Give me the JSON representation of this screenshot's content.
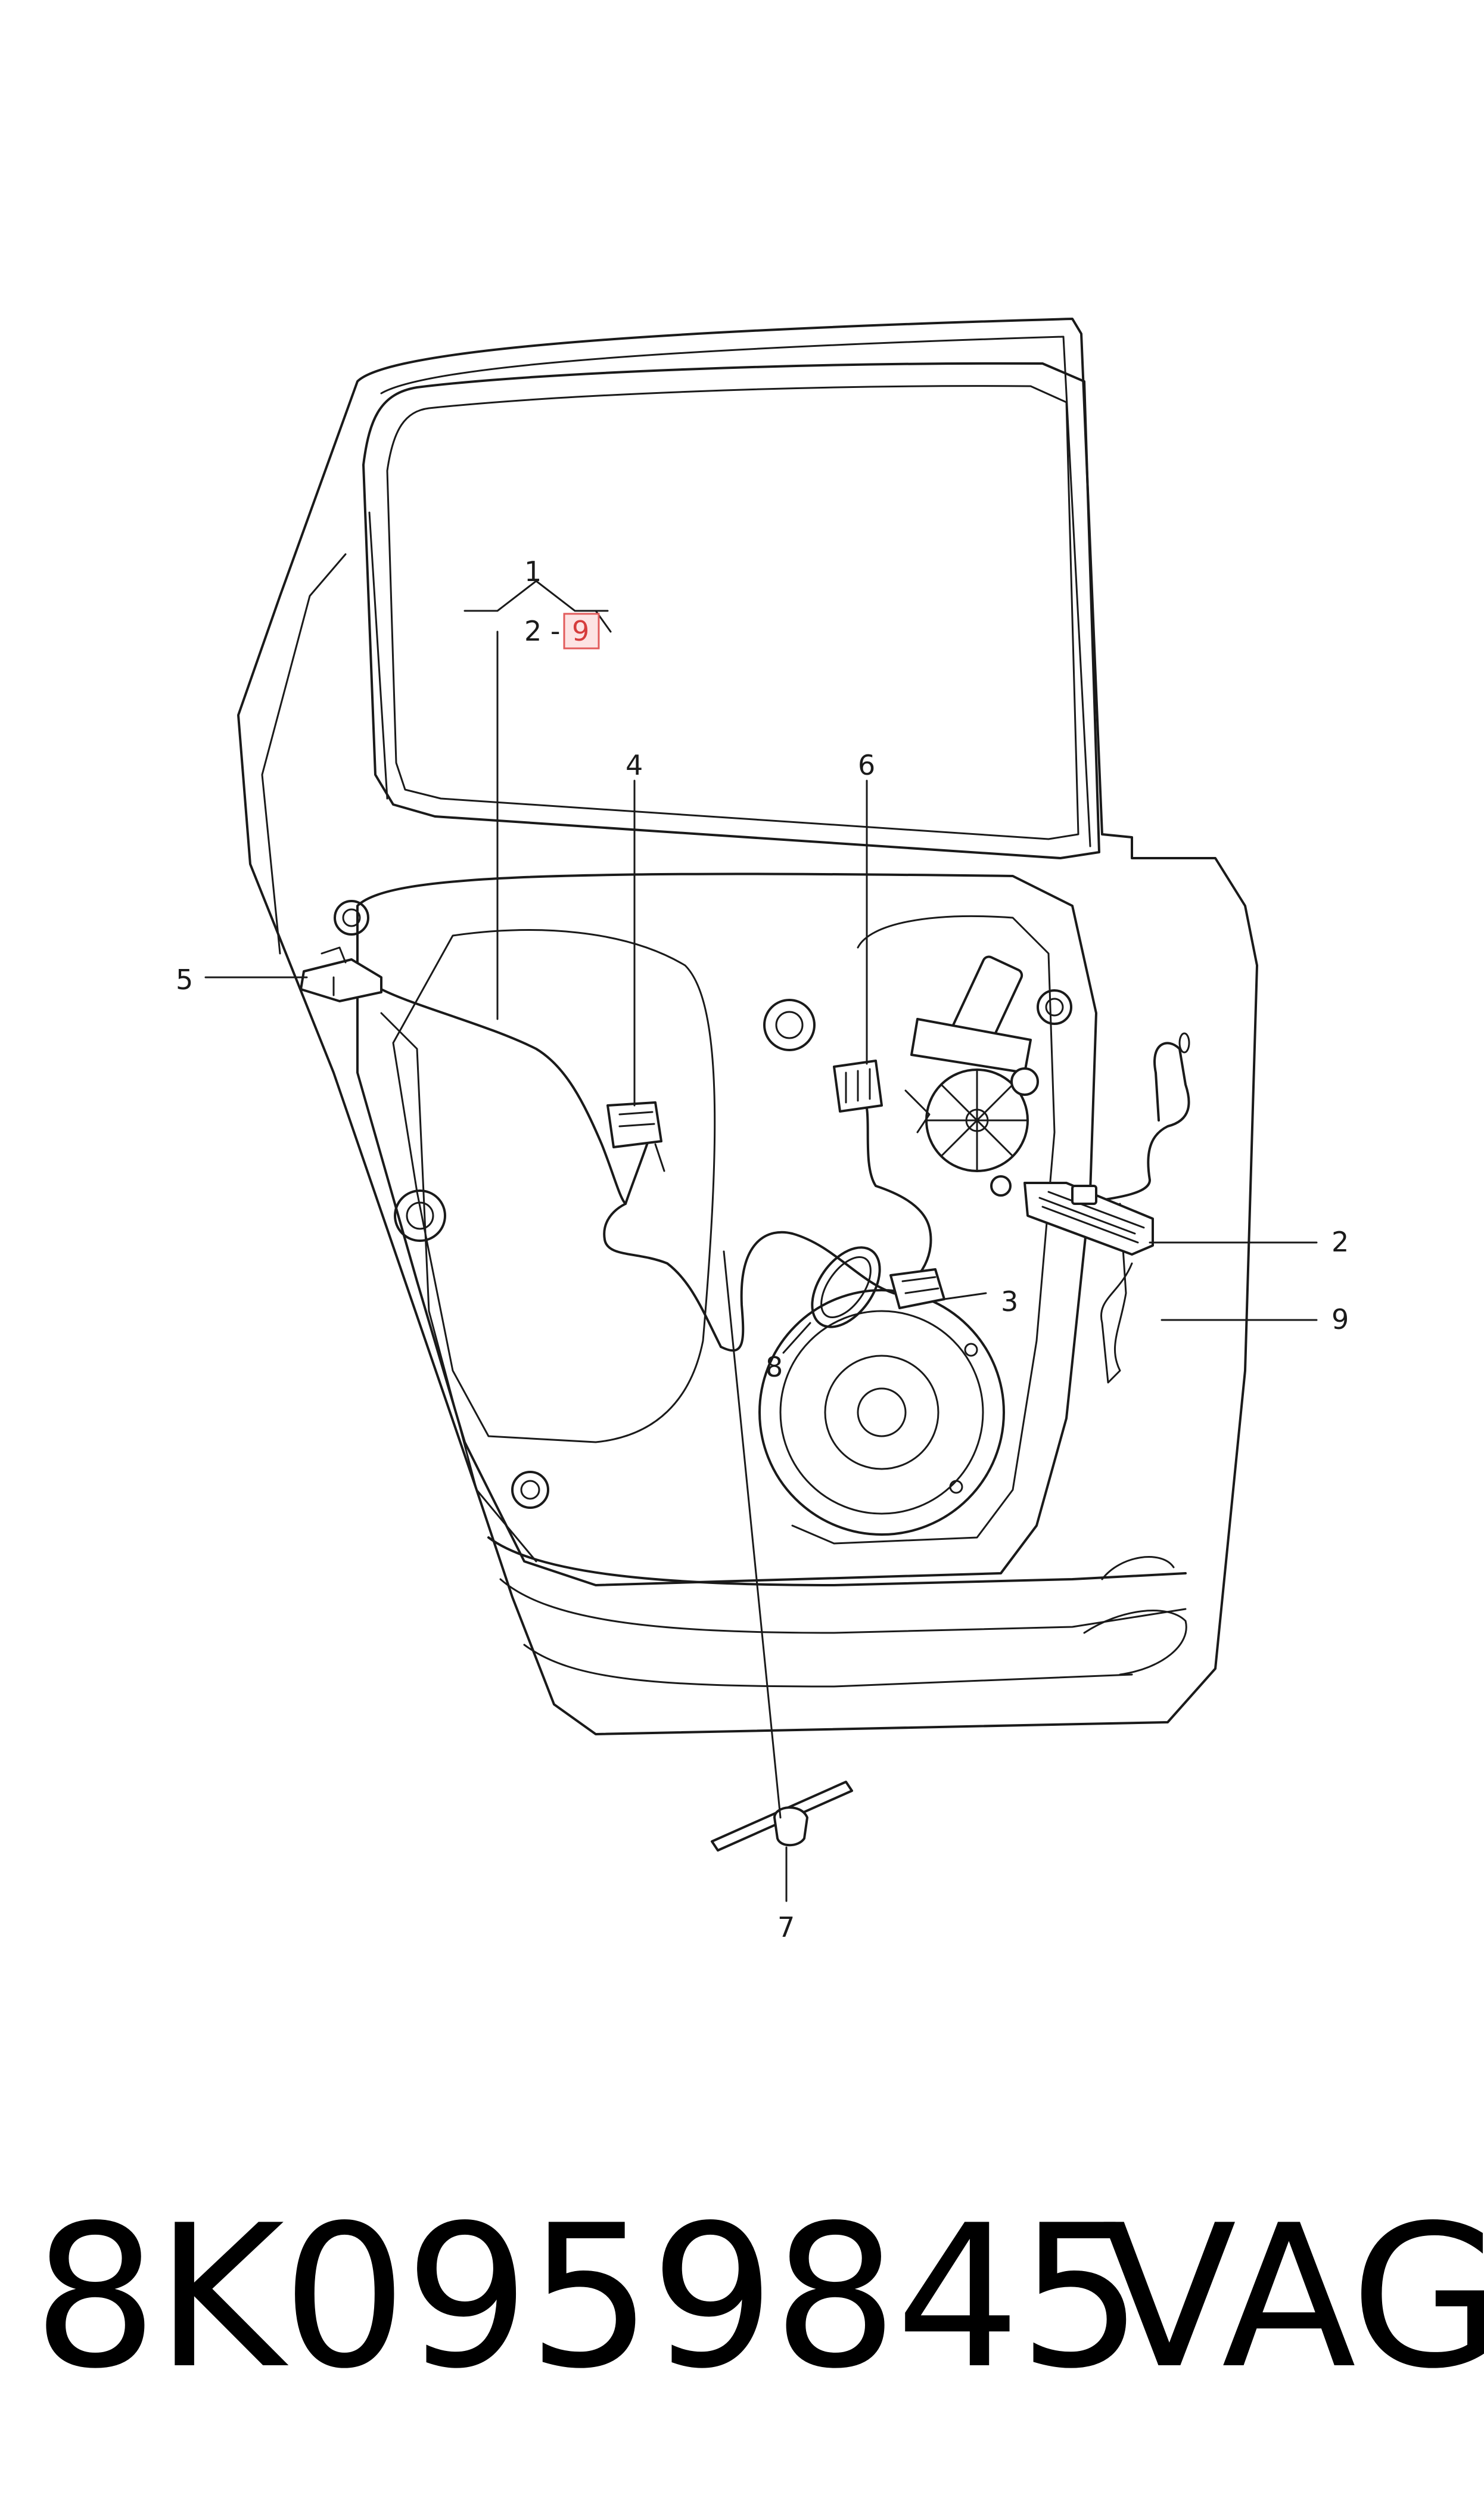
{
  "diagram": {
    "callouts": [
      {
        "id": "1",
        "label": "1"
      },
      {
        "id": "range",
        "label_prefix": "2 -",
        "label_highlight": "9"
      },
      {
        "id": "2",
        "label": "2"
      },
      {
        "id": "3",
        "label": "3"
      },
      {
        "id": "4",
        "label": "4"
      },
      {
        "id": "5",
        "label": "5"
      },
      {
        "id": "6",
        "label": "6"
      },
      {
        "id": "7",
        "label": "7"
      },
      {
        "id": "8",
        "label": "8"
      },
      {
        "id": "9",
        "label": "9"
      }
    ],
    "highlight_color": "#e25b5b"
  },
  "footer": {
    "part_number": "8K0959845",
    "brand": "VAG"
  }
}
